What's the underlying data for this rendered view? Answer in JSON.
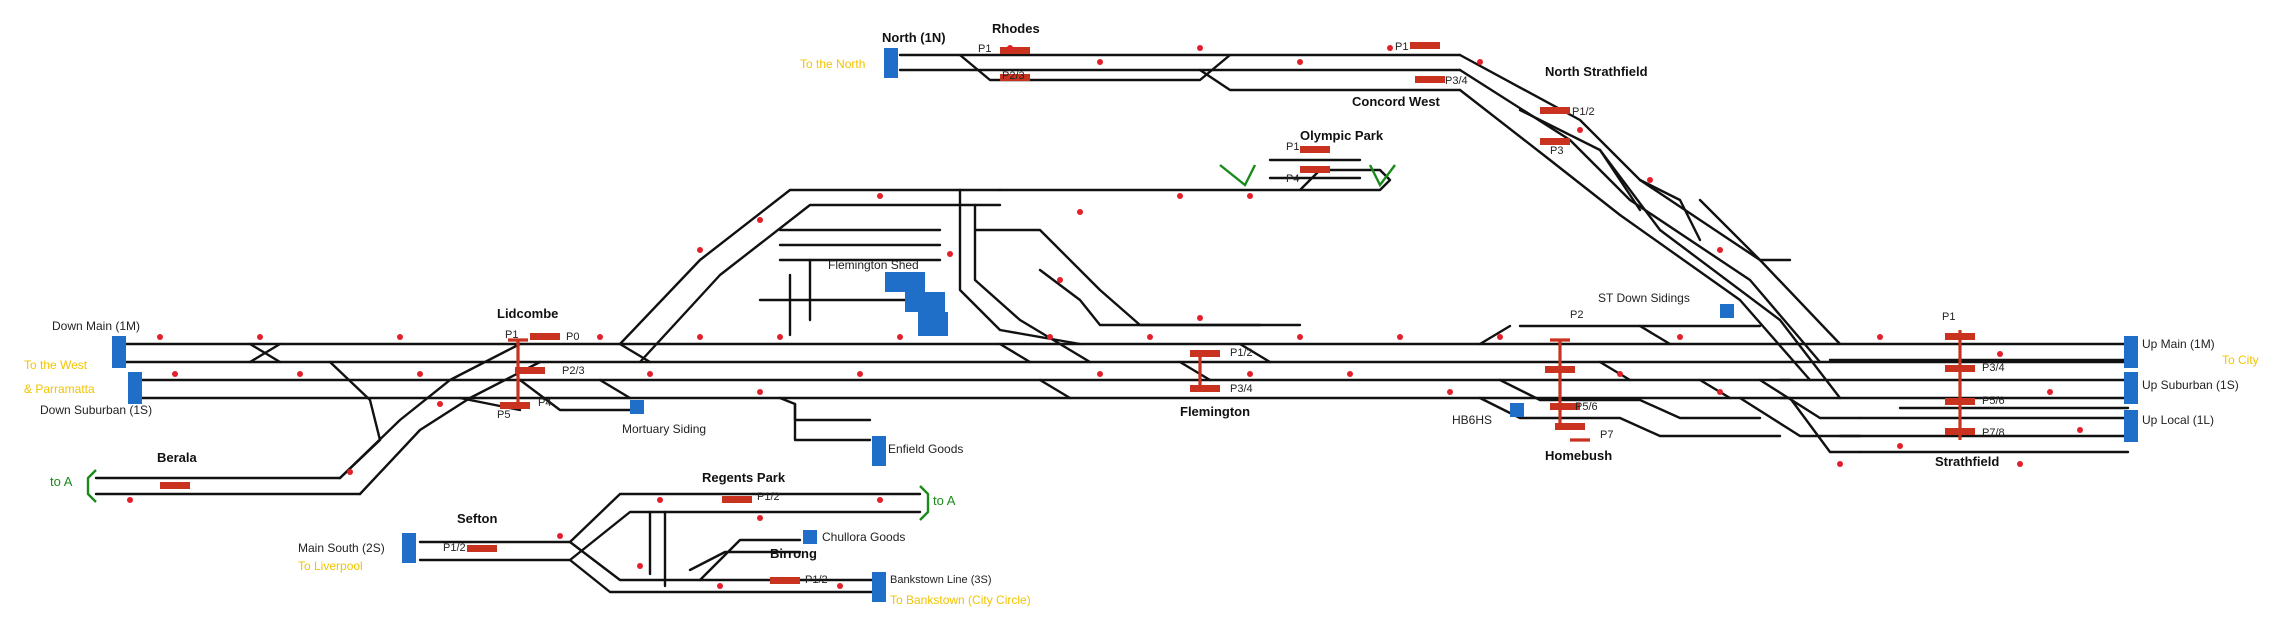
{
  "colors": {
    "track": "#111111",
    "platform": "#c8321e",
    "signal": "#e3202a",
    "endpoint": "#1f6ec8",
    "direction_text": "#f2c400",
    "connector_text": "#1a8a1a"
  },
  "stations": {
    "lidcombe": "Lidcombe",
    "berala": "Berala",
    "regents_park": "Regents Park",
    "sefton": "Sefton",
    "birrong": "Birrong",
    "flemington": "Flemington",
    "homebush": "Homebush",
    "strathfield": "Strathfield",
    "olympic_park": "Olympic Park",
    "rhodes": "Rhodes",
    "concord_west": "Concord West",
    "north_strathfield": "North Strathfield"
  },
  "lines": {
    "down_main": "Down Main (1M)",
    "down_suburban": "Down Suburban (1S)",
    "up_main": "Up Main (1M)",
    "up_suburban": "Up Suburban (1S)",
    "up_local": "Up Local (1L)",
    "north": "North (1N)",
    "main_south": "Main South (2S)",
    "bankstown_line": "Bankstown Line (3S)"
  },
  "places": {
    "flemington_shed": "Flemington Shed",
    "mortuary_siding": "Mortuary Siding",
    "enfield_goods": "Enfield Goods",
    "chullora_goods": "Chullora Goods",
    "st_down_sidings": "ST Down Sidings",
    "hb6hs": "HB6HS"
  },
  "directions": {
    "to_the_west": "To the West",
    "parramatta": "& Parramatta",
    "to_city": "To City",
    "to_the_north": "To the North",
    "to_liverpool": "To Liverpool",
    "to_bankstown": "To Bankstown (City Circle)"
  },
  "connectors": {
    "to_a_left": "to A",
    "to_a_right": "to A"
  },
  "platforms": {
    "lid_p1": "P1",
    "lid_p0": "P0",
    "lid_p23": "P2/3",
    "lid_p4": "P4",
    "lid_p5": "P5",
    "flem_p12": "P1/2",
    "flem_p34": "P3/4",
    "oly_p1": "P1",
    "oly_p4": "P4",
    "rho_p1": "P1",
    "rho_p23": "P2/3",
    "cw_p1": "P1",
    "cw_p34": "P3/4",
    "ns_p12": "P1/2",
    "ns_p3": "P3",
    "hb_p2": "P2",
    "hb_p56": "P5/6",
    "hb_p7": "P7",
    "str_p1": "P1",
    "str_p34": "P3/4",
    "str_p56": "P5/6",
    "str_p78": "P7/8",
    "rp_p12": "P1/2",
    "sef_p12": "P1/2",
    "bir_p12": "P1/2"
  }
}
